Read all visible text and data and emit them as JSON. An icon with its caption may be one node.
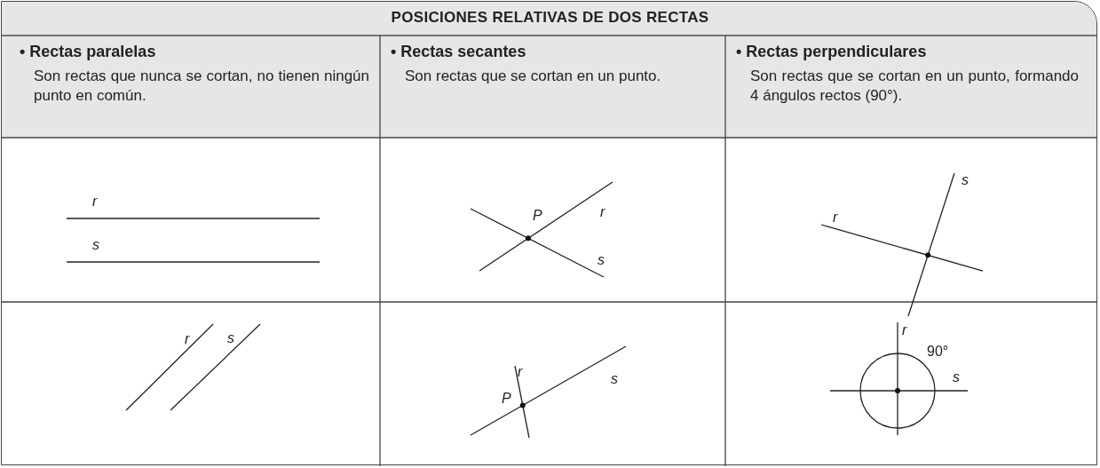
{
  "diagram": {
    "title": "POSICIONES RELATIVAS DE DOS RECTAS",
    "labels": [
      "• Rectas paralelas",
      "Son rectas que nunca se cortan, no tienen ningún punto en común.",
      "• Rectas secantes",
      "Son rectas que se cortan en un punto.",
      "• Rectas perpendiculares",
      "Son rectas que se cortan en un punto, formando 4 ángulos rectos (90°).",
      "r",
      "s",
      "r",
      "P",
      "s",
      "s",
      "r",
      "r",
      "s",
      "r",
      "s",
      "P",
      "r",
      "90°",
      "s"
    ]
  }
}
